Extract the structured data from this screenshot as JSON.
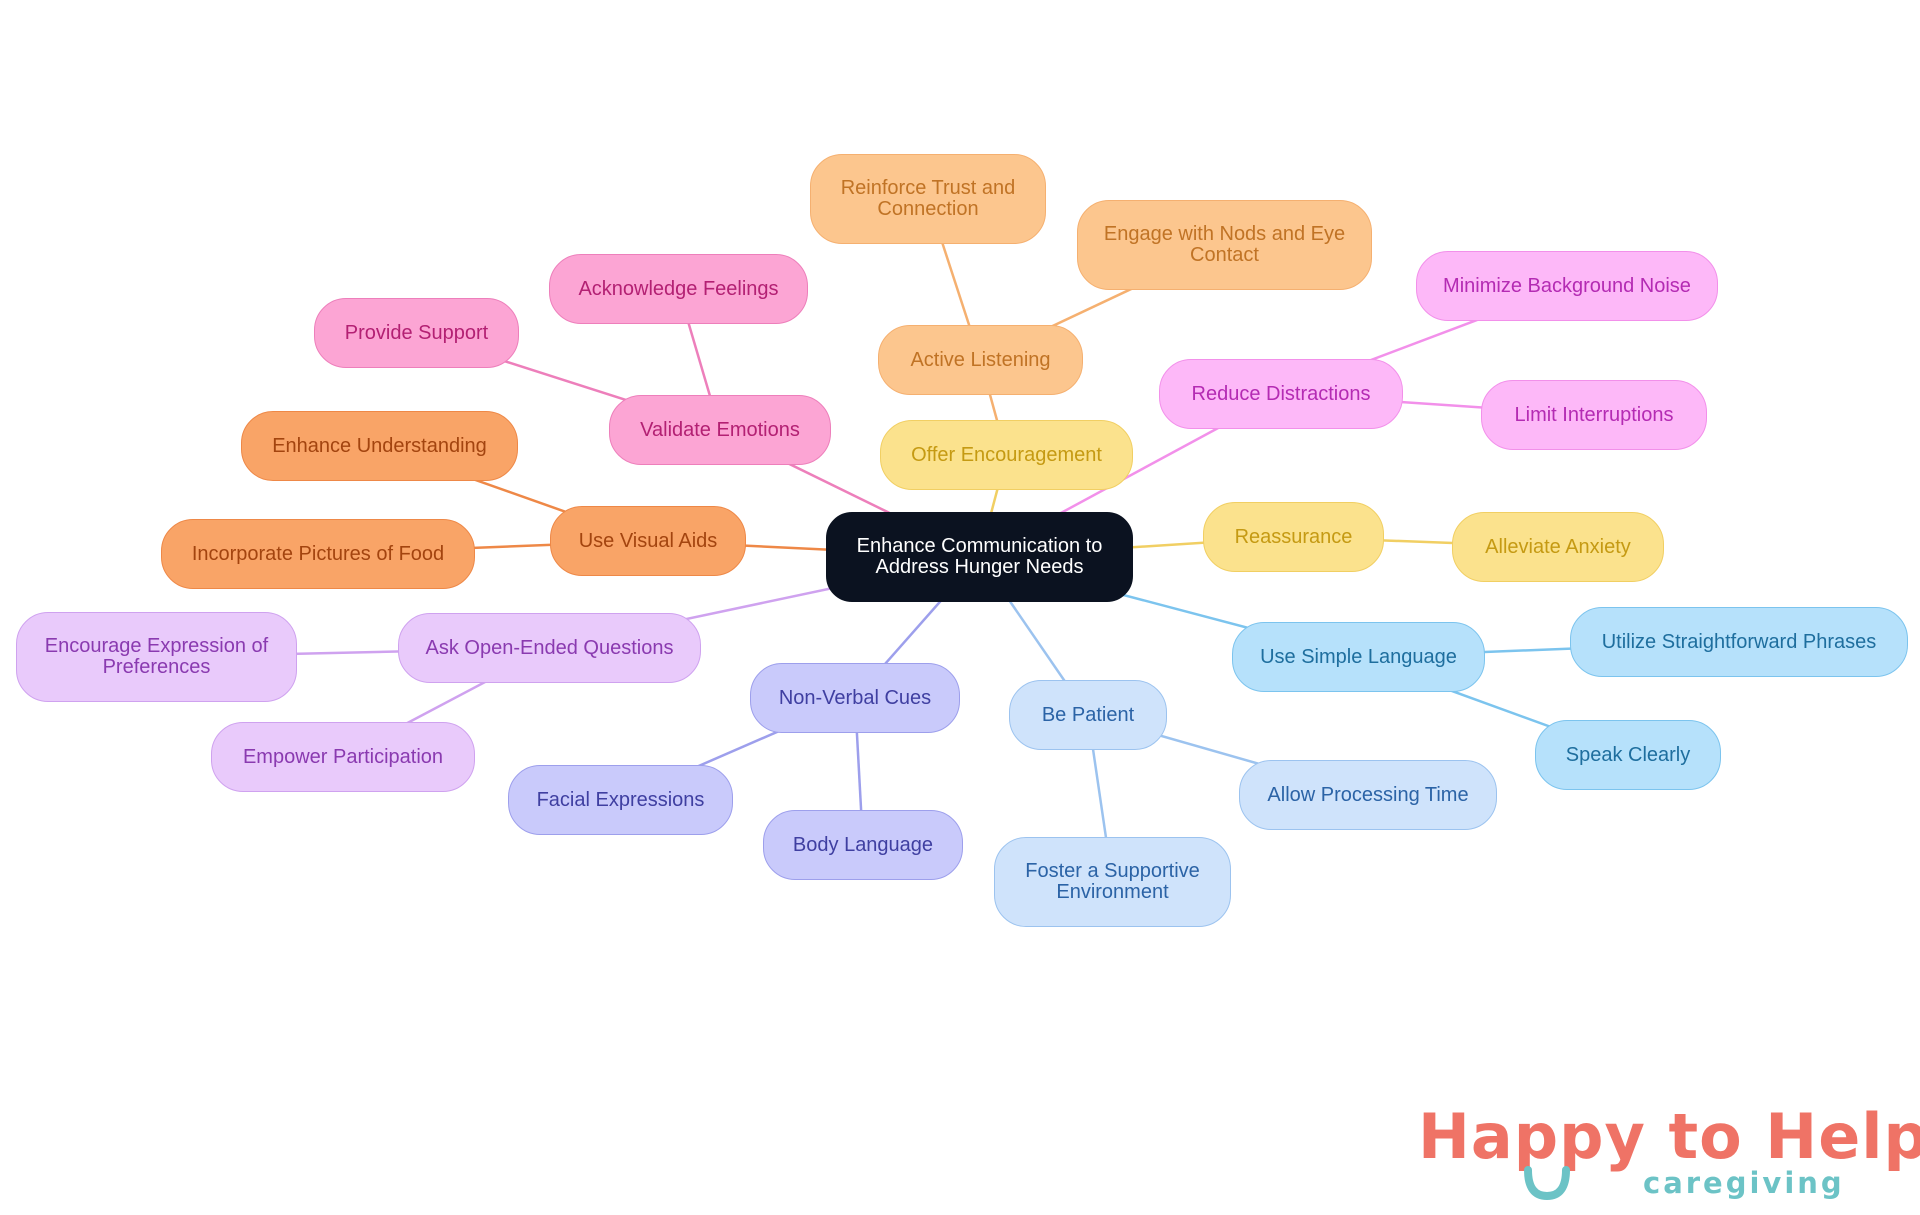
{
  "center": {
    "label": "Enhance Communication to\nAddress Hunger Needs",
    "color": "#0b1220"
  },
  "branches": [
    {
      "id": "offer-encouragement",
      "label": "Offer Encouragement",
      "color": "#fbe28d",
      "stroke": "#f1cf63",
      "text": "#c59a13",
      "children": [
        {
          "id": "active-listening",
          "label": "Active Listening",
          "color": "#fcc68e",
          "stroke": "#f5b070",
          "text": "#c07325",
          "children": [
            {
              "id": "reinforce-trust",
              "label": "Reinforce Trust and\nConnection"
            },
            {
              "id": "engage-nods",
              "label": "Engage with Nods and Eye\nContact"
            }
          ]
        }
      ]
    },
    {
      "id": "reassurance",
      "label": "Reassurance",
      "color": "#fbe28d",
      "stroke": "#f1cf63",
      "text": "#c59a13",
      "children": [
        {
          "id": "alleviate-anxiety",
          "label": "Alleviate Anxiety"
        }
      ]
    },
    {
      "id": "reduce-distractions",
      "label": "Reduce Distractions",
      "color": "#fdb8f8",
      "stroke": "#f290ea",
      "text": "#b42bb3",
      "children": [
        {
          "id": "minimize-noise",
          "label": "Minimize Background Noise"
        },
        {
          "id": "limit-interruptions",
          "label": "Limit Interruptions"
        }
      ]
    },
    {
      "id": "use-simple-language",
      "label": "Use Simple Language",
      "color": "#b6e1fb",
      "stroke": "#7cc4ee",
      "text": "#1e6e9e",
      "children": [
        {
          "id": "straightforward-phrases",
          "label": "Utilize Straightforward Phrases"
        },
        {
          "id": "speak-clearly",
          "label": "Speak Clearly"
        }
      ]
    },
    {
      "id": "be-patient",
      "label": "Be Patient",
      "color": "#cfe3fb",
      "stroke": "#9cc3ef",
      "text": "#2b63a6",
      "children": [
        {
          "id": "processing-time",
          "label": "Allow Processing Time"
        },
        {
          "id": "supportive-environment",
          "label": "Foster a Supportive\nEnvironment"
        }
      ]
    },
    {
      "id": "non-verbal-cues",
      "label": "Non-Verbal Cues",
      "color": "#c9cafb",
      "stroke": "#9d9fec",
      "text": "#3f3fa1",
      "children": [
        {
          "id": "facial-expressions",
          "label": "Facial Expressions"
        },
        {
          "id": "body-language",
          "label": "Body Language"
        }
      ]
    },
    {
      "id": "ask-open-ended",
      "label": "Ask Open-Ended Questions",
      "color": "#e9cafb",
      "stroke": "#cfa2ef",
      "text": "#8a3ab0",
      "children": [
        {
          "id": "encourage-expression",
          "label": "Encourage Expression of\nPreferences"
        },
        {
          "id": "empower-participation",
          "label": "Empower Participation"
        }
      ]
    },
    {
      "id": "use-visual-aids",
      "label": "Use Visual Aids",
      "color": "#f9a467",
      "stroke": "#ee8847",
      "text": "#a3440f",
      "children": [
        {
          "id": "enhance-understanding",
          "label": "Enhance Understanding"
        },
        {
          "id": "pictures-of-food",
          "label": "Incorporate Pictures of Food"
        }
      ]
    },
    {
      "id": "validate-emotions",
      "label": "Validate Emotions",
      "color": "#fca5d4",
      "stroke": "#ed7fbb",
      "text": "#b32073",
      "children": [
        {
          "id": "acknowledge-feelings",
          "label": "Acknowledge Feelings"
        },
        {
          "id": "provide-support",
          "label": "Provide Support"
        }
      ]
    }
  ],
  "logo": {
    "title": "Happy to Help",
    "subtitle": "caregiving",
    "title_color": "#ef7366",
    "subtitle_color": "#6cc3c6"
  }
}
